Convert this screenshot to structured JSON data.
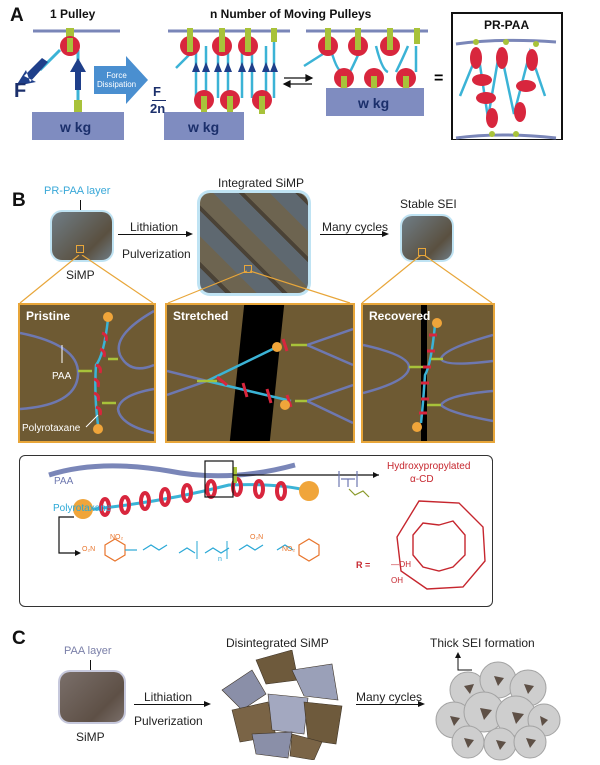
{
  "panel_a": {
    "letter": "A",
    "one_pulley_title": "1 Pulley",
    "moving_pulleys_title": "n Number of Moving Pulleys",
    "force_label": "F",
    "force_dissipation_label_1": "Force",
    "force_dissipation_label_2": "Dissipation",
    "reduced_force_numerator": "F",
    "reduced_force_denominator": "2n",
    "weight_label": "w kg",
    "equals_sign": "=",
    "pr_paa_title": "PR-PAA"
  },
  "panel_b": {
    "letter": "B",
    "layer_label": "PR-PAA layer",
    "simp_label": "SiMP",
    "step1_top": "Lithiation",
    "step1_bottom": "Pulverization",
    "integrated_label": "Integrated SiMP",
    "step2_top": "Many cycles",
    "stable_sei_label": "Stable SEI",
    "zoom_panels": [
      {
        "title": "Pristine"
      },
      {
        "title": "Stretched"
      },
      {
        "title": "Recovered"
      }
    ],
    "paa_arrow_label": "PAA",
    "polyrotaxane_arrow_label": "Polyrotaxane",
    "schematic": {
      "paa_label": "PAA",
      "polyrotaxane_label": "Polyrotaxane",
      "cd_label_1": "Hydroxypropylated",
      "cd_label_2": "α-CD",
      "r_definition": "R =",
      "r_option_1": "—OH",
      "r_option_2": "OH",
      "chain_left_group": "O₂N",
      "chain_no2": "NO₂",
      "chain_n": "n",
      "chain_right_group": "NO₂",
      "chain_right_no2": "O₂N"
    }
  },
  "panel_c": {
    "letter": "C",
    "layer_label": "PAA layer",
    "simp_label": "SiMP",
    "step1_top": "Lithiation",
    "step1_bottom": "Pulverization",
    "disintegrated_label": "Disintegrated SiMP",
    "step2_top": "Many cycles",
    "thick_sei_label": "Thick SEI formation"
  },
  "colors": {
    "beam": "#7a86b8",
    "rope": "#3bb3d6",
    "pulley": "#d8263d",
    "clip": "#a8c23a",
    "weight_box": "#7f8cc0",
    "force_arrow": "#1f3f8a",
    "dissipation_arrow": "#4a8fd0",
    "zoom_border": "#e8a63a",
    "cd_red": "#c6262e",
    "stopper_orange": "#f0a53a",
    "peg_blue": "#2aa8d6",
    "dnp_orange": "#e8762e"
  }
}
